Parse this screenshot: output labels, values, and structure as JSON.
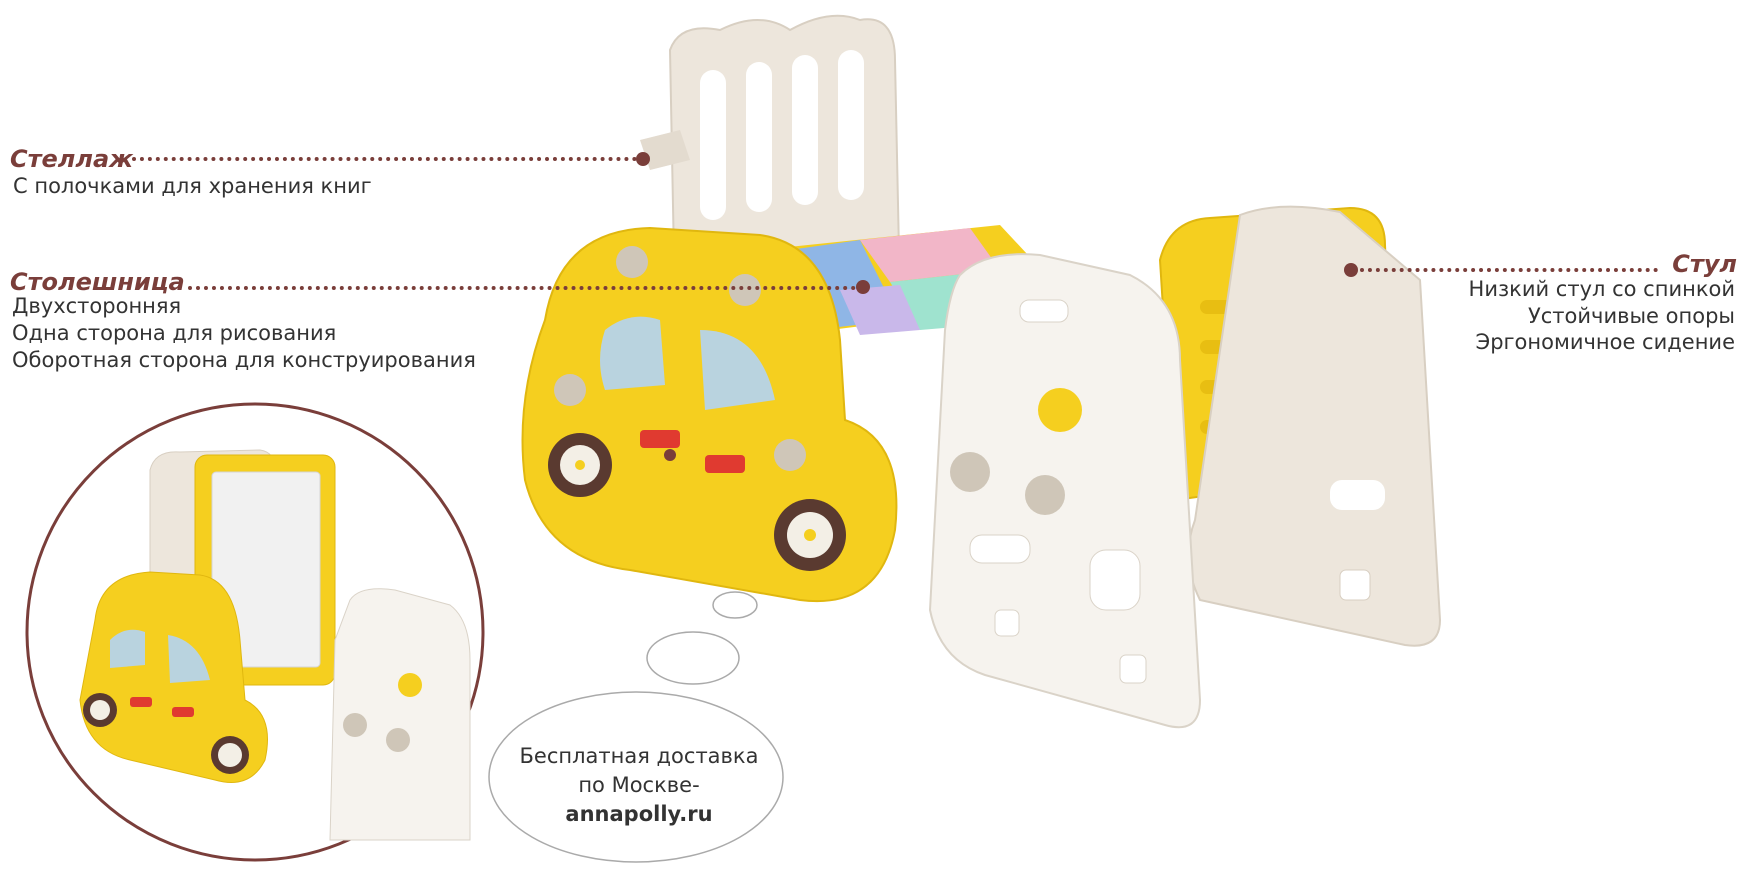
{
  "callouts": {
    "rack": {
      "title": "Стеллаж",
      "lines": [
        "С полочками для хранения книг"
      ]
    },
    "tabletop": {
      "title": "Столешница",
      "lines": [
        "Двухсторонняя",
        "Одна сторона для рисования",
        "Оборотная сторона для конструирования"
      ]
    },
    "chair": {
      "title": "Стул",
      "lines": [
        "Низкий стул со спинкой",
        "Устойчивые опоры",
        "Эргономичное сидение"
      ]
    }
  },
  "promo": {
    "line1": "Бесплатная доставка",
    "line2": "по Москве-",
    "site": "annapolly.ru"
  },
  "colors": {
    "accent": "#7a3e3a",
    "yellow": "#f5cf1f",
    "cream": "#ede6dc",
    "white_panel": "#f6f3ee"
  }
}
